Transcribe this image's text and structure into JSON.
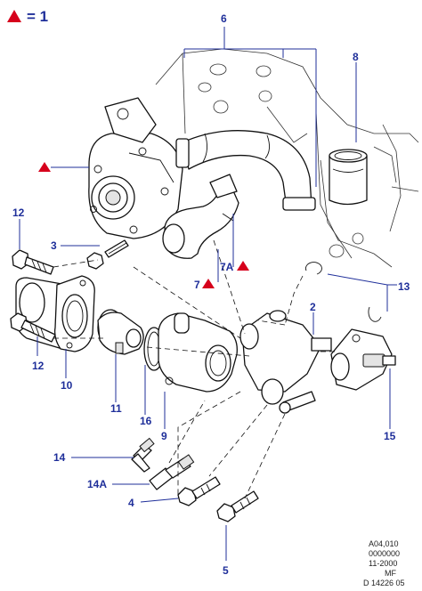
{
  "legend": {
    "symbol": "red-triangle",
    "text": "= 1"
  },
  "callouts": {
    "c6": "6",
    "c8": "8",
    "c12a": "12",
    "c3": "3",
    "c7a": "7A",
    "c7": "7",
    "c2": "2",
    "c13": "13",
    "c12b": "12",
    "c10": "10",
    "c11": "11",
    "c16": "16",
    "c9": "9",
    "c15": "15",
    "c14": "14",
    "c14a": "14A",
    "c4": "4",
    "c5": "5"
  },
  "reference": [
    "A04,010",
    "0000000",
    "11-2000",
    "MF",
    "D 14226 05"
  ],
  "colors": {
    "callout": "#1f2f9a",
    "marker": "#d6001c",
    "outline": "#111111"
  }
}
